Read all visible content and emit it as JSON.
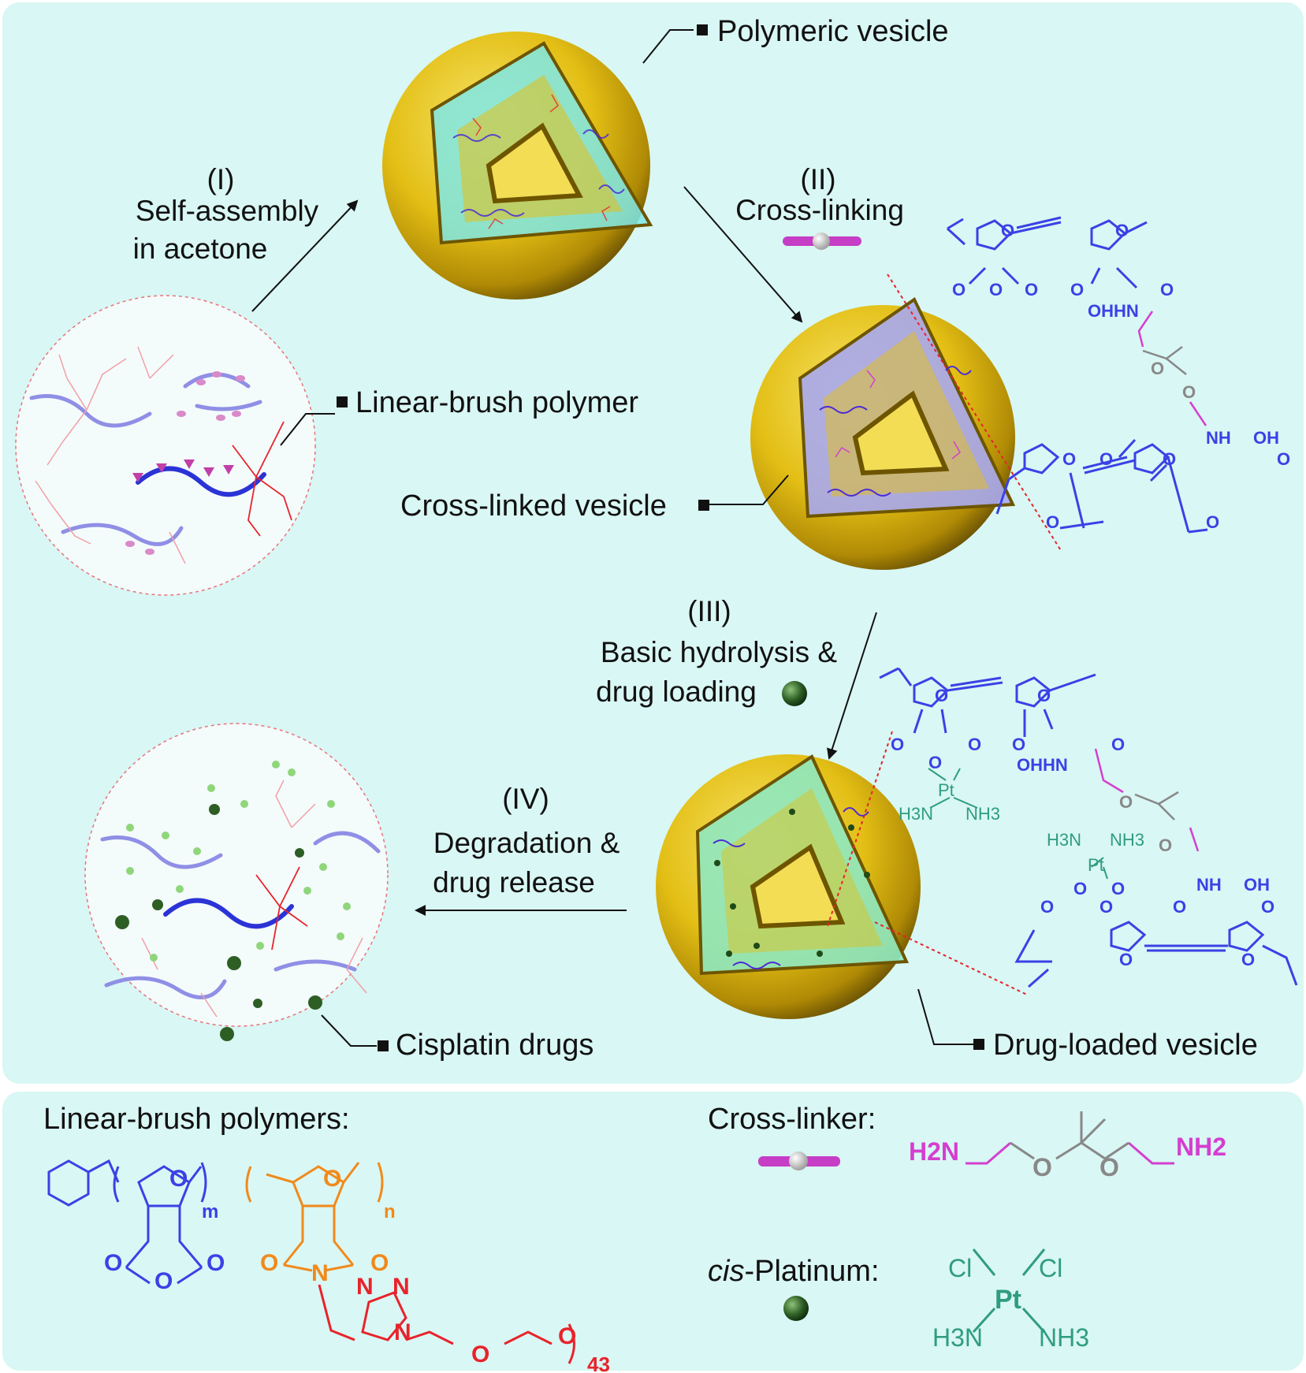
{
  "labels": {
    "polymeric_vesicle": "Polymeric vesicle",
    "linear_brush_polymer": "Linear-brush polymer",
    "cross_linked_vesicle": "Cross-linked vesicle",
    "drug_loaded_vesicle": "Drug-loaded vesicle",
    "cisplatin_drugs": "Cisplatin drugs"
  },
  "steps": {
    "s1": {
      "num": "(I)",
      "line1": "Self-assembly",
      "line2": "in acetone"
    },
    "s2": {
      "num": "(II)",
      "line1": "Cross-linking"
    },
    "s3": {
      "num": "(III)",
      "line1": "Basic hydrolysis &",
      "line2": "drug loading"
    },
    "s4": {
      "num": "(IV)",
      "line1": "Degradation &",
      "line2": "drug release"
    }
  },
  "legend": {
    "polymers_title": "Linear-brush polymers:",
    "subscript_m": "m",
    "subscript_n": "n",
    "subscript_43": "43",
    "crosslinker_title": "Cross-linker:",
    "crosslinker_left": "H2N",
    "crosslinker_right": "NH2",
    "cis_prefix": "cis",
    "cis_suffix": "-Platinum:"
  },
  "chem": {
    "O": "O",
    "OH": "OH",
    "HN": "HN",
    "NH": "NH",
    "OHHN": "OHHN",
    "Pt": "Pt",
    "H3N": "H3N",
    "NH3": "NH3",
    "Cl": "Cl",
    "N": "N"
  },
  "colors": {
    "panel_bg": "#d9f7f4",
    "vesicle_yellow": "#e8c619",
    "blue_polymer": "#3b41e6",
    "orange_polymer": "#f08a1c",
    "red_peg": "#e8232b",
    "crosslinker_magenta": "#d43fd0",
    "platinum_teal": "#2f9d7e",
    "drug_green": "#2d5e24"
  }
}
